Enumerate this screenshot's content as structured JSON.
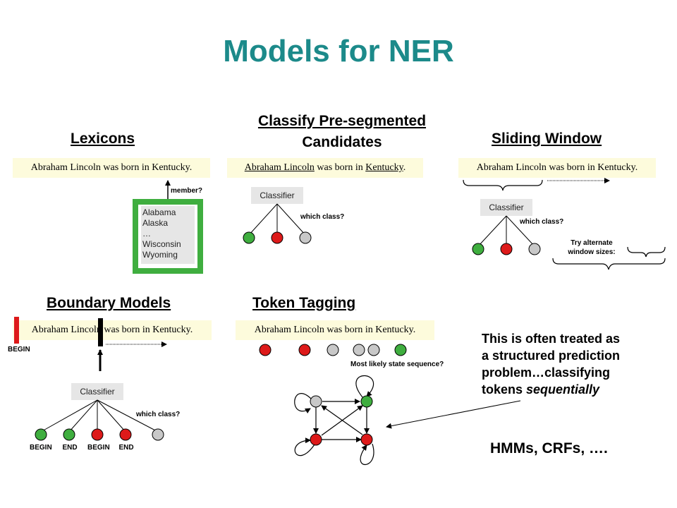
{
  "title": "Models for NER",
  "colors": {
    "title": "#1c8a8a",
    "green": "#3fae3f",
    "red": "#dd1a1a",
    "gray": "#c8c8c8",
    "sentence_bg": "#fdfbdc"
  },
  "lexicons": {
    "heading": "Lexicons",
    "sentence": "Abraham Lincoln was born in Kentucky.",
    "member_label": "member?",
    "list": [
      "Alabama",
      "Alaska",
      "…",
      "Wisconsin",
      "Wyoming"
    ]
  },
  "presegmented": {
    "heading_line1": "Classify Pre-segmented",
    "heading_line2": "Candidates",
    "sentence_parts": [
      "Abraham Lincoln",
      " was born in ",
      "Kentucky",
      "."
    ],
    "classifier": "Classifier",
    "which_class": "which class?"
  },
  "sliding": {
    "heading": "Sliding Window",
    "sentence": "Abraham Lincoln was born in Kentucky.",
    "classifier": "Classifier",
    "which_class": "which class?",
    "try_line1": "Try alternate",
    "try_line2": "window sizes:"
  },
  "boundary": {
    "heading": "Boundary Models",
    "sentence": "Abraham Lincoln was born in Kentucky.",
    "begin_label": "BEGIN",
    "classifier": "Classifier",
    "which_class": "which class?",
    "outcomes": [
      "BEGIN",
      "END",
      "BEGIN",
      "END"
    ]
  },
  "token_tagging": {
    "heading": "Token Tagging",
    "sentence": "Abraham Lincoln was born in Kentucky.",
    "sequence_label": "Most likely state sequence?"
  },
  "note": {
    "line1": "This is often treated as",
    "line2": "a structured prediction",
    "line3": "problem…classifying",
    "line4_plain": "tokens ",
    "line4_italic": "sequentially"
  },
  "models": "HMMs, CRFs, …."
}
